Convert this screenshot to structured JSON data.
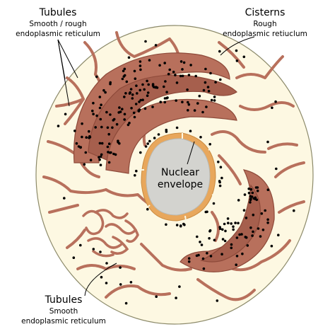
{
  "labels": {
    "tubules_top": {
      "title": "Tubules",
      "line1": "Smooth / rough",
      "line2": "endoplasmic reticulum"
    },
    "cisterns": {
      "title": "Cisterns",
      "line1": "Rough",
      "line2": "endoplasmic retiuclum"
    },
    "nucleus": {
      "line1": "Nuclear",
      "line2": "envelope"
    },
    "tubules_bottom": {
      "title": "Tubules",
      "line1": "Smooth",
      "line2": "endoplasmic reticulum"
    }
  },
  "colors": {
    "cytoplasm": "#fdf8e2",
    "cell_outline": "#8c8a6a",
    "er": "#b8705c",
    "er_dark": "#8e4a3a",
    "cistern_shade": "#a65f4d",
    "ribosome": "#000000",
    "nucleus_fill": "#d3d3cf",
    "nuclear_envelope": "#e8a75c"
  }
}
